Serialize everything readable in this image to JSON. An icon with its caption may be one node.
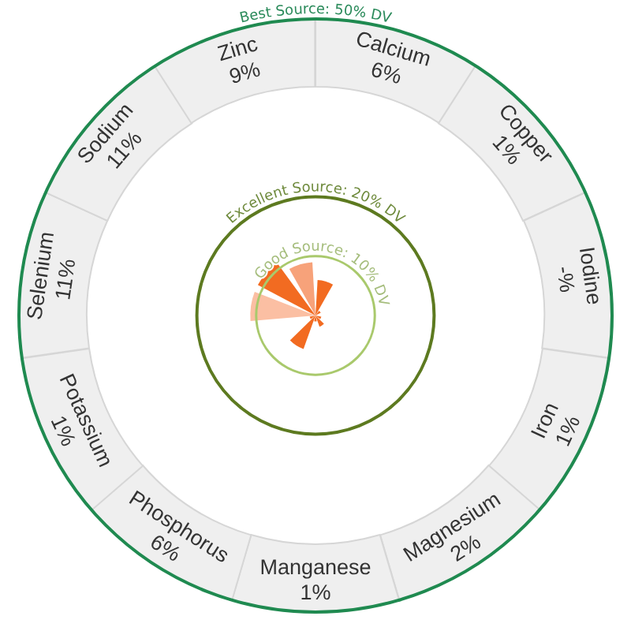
{
  "diagram": {
    "nodes": [
      {
        "text": [
          "Calcium",
          "6%"
        ]
      },
      {
        "text": [
          "Copper",
          "1%"
        ]
      },
      {
        "text": [
          "Iodine",
          "-%"
        ]
      },
      {
        "text": [
          "Iron",
          "1%"
        ]
      },
      {
        "text": [
          "Magnesium",
          "2%"
        ]
      },
      {
        "text": [
          "Manganese",
          "1%"
        ]
      },
      {
        "text": [
          "Phosphorus",
          "6%"
        ]
      },
      {
        "text": [
          "Potassium",
          "1%"
        ]
      },
      {
        "text": [
          "Selenium",
          "11%"
        ]
      },
      {
        "text": [
          "Sodium",
          "11%"
        ]
      },
      {
        "text": [
          "Zinc",
          "9%"
        ]
      }
    ],
    "labels": [
      "Best Source: 50% DV",
      "Excellent Source: 20% DV",
      "Good Source: 10% DV"
    ]
  }
}
